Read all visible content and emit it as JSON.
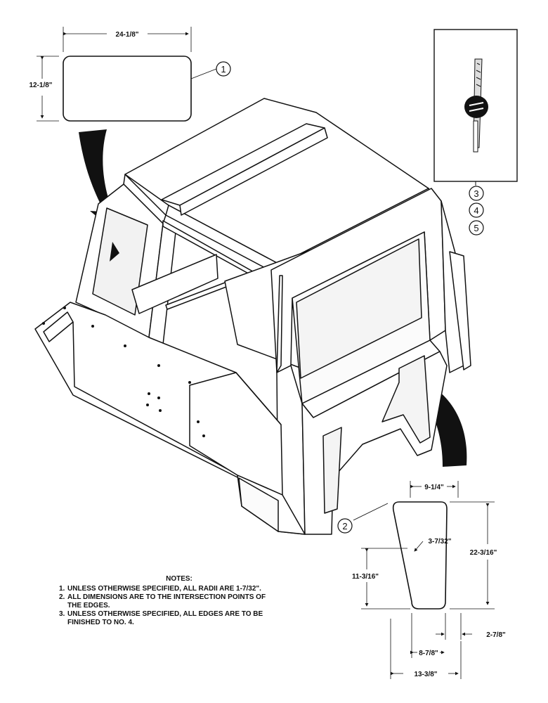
{
  "panel1": {
    "callout": "1",
    "width_label": "24-1/8\"",
    "height_label": "12-1/8\""
  },
  "panel2": {
    "callout": "2",
    "top_width_label": "9-1/4\"",
    "radius_label": "3-7/32\"",
    "height_label": "22-3/16\"",
    "side_height_label": "11-3/16\"",
    "offset_label": "2-7/8\"",
    "bottom_width_label": "8-7/8\"",
    "overall_width_label": "13-3/8\""
  },
  "detail": {
    "callouts": [
      "3",
      "4",
      "5"
    ]
  },
  "notes": {
    "title": "NOTES:",
    "items": [
      {
        "num": "1.",
        "text": "UNLESS OTHERWISE SPECIFIED, ALL RADII ARE 1-7/32\"."
      },
      {
        "num": "2.",
        "text": "ALL DIMENSIONS ARE TO THE INTERSECTION POINTS OF THE EDGES."
      },
      {
        "num": "3.",
        "text": "UNLESS OTHERWISE SPECIFIED, ALL EDGES ARE TO BE FINISHED TO NO. 4."
      }
    ]
  }
}
